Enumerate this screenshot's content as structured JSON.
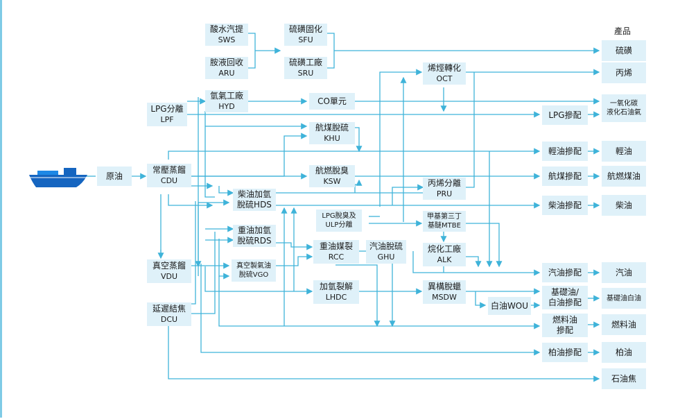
{
  "source": {
    "ship": "ship-icon",
    "label": "原油"
  },
  "units": {
    "sws": [
      "酸水汽提",
      "SWS"
    ],
    "aru": [
      "胺液回收",
      "ARU"
    ],
    "sfu": [
      "硫磺固化",
      "SFU"
    ],
    "sru": [
      "硫磺工廠",
      "SRU"
    ],
    "oct": [
      "烯烴轉化",
      "OCT"
    ],
    "hyd": [
      "氫氣工廠",
      "HYD"
    ],
    "co": [
      "CO單元",
      ""
    ],
    "lpf": [
      "LPG分離",
      "LPF"
    ],
    "khu": [
      "航煤脫硫",
      "KHU"
    ],
    "cdu": [
      "常壓蒸餾",
      "CDU"
    ],
    "ksw": [
      "航燃脫臭",
      "KSW"
    ],
    "hds": [
      "柴油加氫",
      "脫硫HDS"
    ],
    "pru": [
      "丙烯分離",
      "PRU"
    ],
    "lpgulp": [
      "LPG脫臭及",
      "ULP分離"
    ],
    "mtbe": [
      "甲基第三丁",
      "基醚MTBE"
    ],
    "rds": [
      "重油加氫",
      "脫硫RDS"
    ],
    "rcc": [
      "重油媒裂",
      "RCC"
    ],
    "ghu": [
      "汽油脫硫",
      "GHU"
    ],
    "alk": [
      "烷化工廠",
      "ALK"
    ],
    "vdu": [
      "真空蒸餾",
      "VDU"
    ],
    "vgo": [
      "真空製氣油",
      "脫硫VGO"
    ],
    "lhdc": [
      "加氫裂解",
      "LHDC"
    ],
    "msdw": [
      "異構脫蠟",
      "MSDW"
    ],
    "wou": [
      "白油WOU",
      ""
    ],
    "dcu": [
      "延遲結焦",
      "DCU"
    ]
  },
  "blends": {
    "lpg": "LPG摻配",
    "kero": "輕油摻配",
    "jet": "航煤摻配",
    "diesel": "柴油摻配",
    "gasoline": "汽油摻配",
    "base": [
      "基礎油/",
      "白油摻配"
    ],
    "fuel": [
      "燃料油",
      "摻配"
    ],
    "asphalt": "柏油摻配"
  },
  "products": {
    "header": "產品",
    "sulfur": "硫磺",
    "propylene": "丙烯",
    "co_lpg": [
      "一氧化碳",
      "液化石油氣"
    ],
    "kero": "輕油",
    "jet": "航燃煤油",
    "diesel": "柴油",
    "gasoline": "汽油",
    "baseoil": "基礎油白油",
    "fueloil": "燃料油",
    "asphalt": "柏油",
    "coke": "石油焦"
  },
  "colors": {
    "line": "#3fb3d9",
    "box": "#dff1f9",
    "frame": "#7fcbe6",
    "ship": "#1565c0"
  }
}
